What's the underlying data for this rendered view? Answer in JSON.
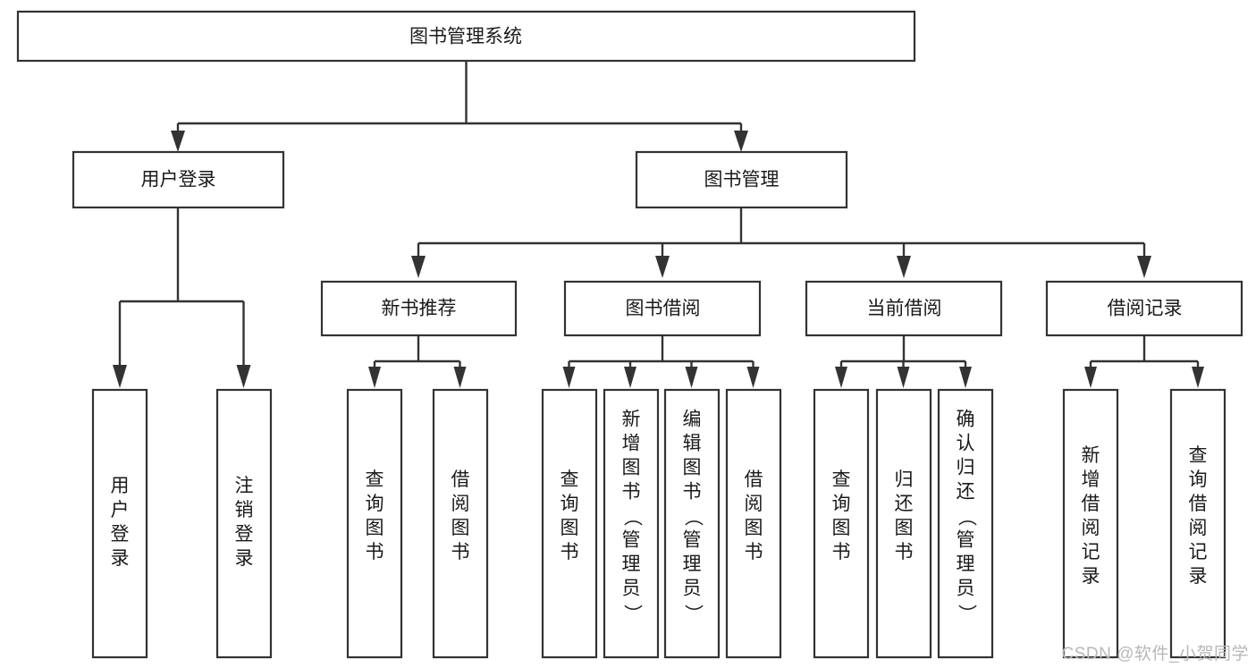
{
  "diagram": {
    "title": "图书管理系统",
    "watermark": "CSDN @软件_小贺同学",
    "colors": {
      "stroke": "#333333",
      "box_fill": "#ffffff",
      "text": "#1a1a1a",
      "background": "#ffffff",
      "watermark": "#b8b8b8"
    },
    "root": {
      "id": "root",
      "label": "图书管理系统",
      "orientation": "horizontal"
    },
    "level2": [
      {
        "id": "user-login",
        "label": "用户登录",
        "orientation": "horizontal"
      },
      {
        "id": "book-manage",
        "label": "图书管理",
        "orientation": "horizontal"
      }
    ],
    "level3": [
      {
        "id": "new-book-recommend",
        "label": "新书推荐",
        "orientation": "horizontal",
        "parent": "book-manage"
      },
      {
        "id": "book-borrow",
        "label": "图书借阅",
        "orientation": "horizontal",
        "parent": "book-manage"
      },
      {
        "id": "current-borrow",
        "label": "当前借阅",
        "orientation": "horizontal",
        "parent": "book-manage"
      },
      {
        "id": "borrow-record",
        "label": "借阅记录",
        "orientation": "horizontal",
        "parent": "book-manage"
      }
    ],
    "leaves": [
      {
        "id": "leaf-user-login",
        "label": "用户登录",
        "orientation": "vertical",
        "parent": "user-login"
      },
      {
        "id": "leaf-user-logout",
        "label": "注销登录",
        "orientation": "vertical",
        "parent": "user-login"
      },
      {
        "id": "leaf-query-book-1",
        "label": "查询图书",
        "orientation": "vertical",
        "parent": "new-book-recommend"
      },
      {
        "id": "leaf-borrow-book-1",
        "label": "借阅图书",
        "orientation": "vertical",
        "parent": "new-book-recommend"
      },
      {
        "id": "leaf-query-book-2",
        "label": "查询图书",
        "orientation": "vertical",
        "parent": "book-borrow"
      },
      {
        "id": "leaf-add-book",
        "label": "新增图书（管理员）",
        "orientation": "vertical",
        "parent": "book-borrow"
      },
      {
        "id": "leaf-edit-book",
        "label": "编辑图书（管理员）",
        "orientation": "vertical",
        "parent": "book-borrow"
      },
      {
        "id": "leaf-borrow-book-2",
        "label": "借阅图书",
        "orientation": "vertical",
        "parent": "book-borrow"
      },
      {
        "id": "leaf-query-book-3",
        "label": "查询图书",
        "orientation": "vertical",
        "parent": "current-borrow"
      },
      {
        "id": "leaf-return-book",
        "label": "归还图书",
        "orientation": "vertical",
        "parent": "current-borrow"
      },
      {
        "id": "leaf-confirm-return",
        "label": "确认归还（管理员）",
        "orientation": "vertical",
        "parent": "current-borrow"
      },
      {
        "id": "leaf-add-record",
        "label": "新增借阅记录",
        "orientation": "vertical",
        "parent": "borrow-record"
      },
      {
        "id": "leaf-query-record",
        "label": "查询借阅记录",
        "orientation": "vertical",
        "parent": "borrow-record"
      }
    ]
  }
}
